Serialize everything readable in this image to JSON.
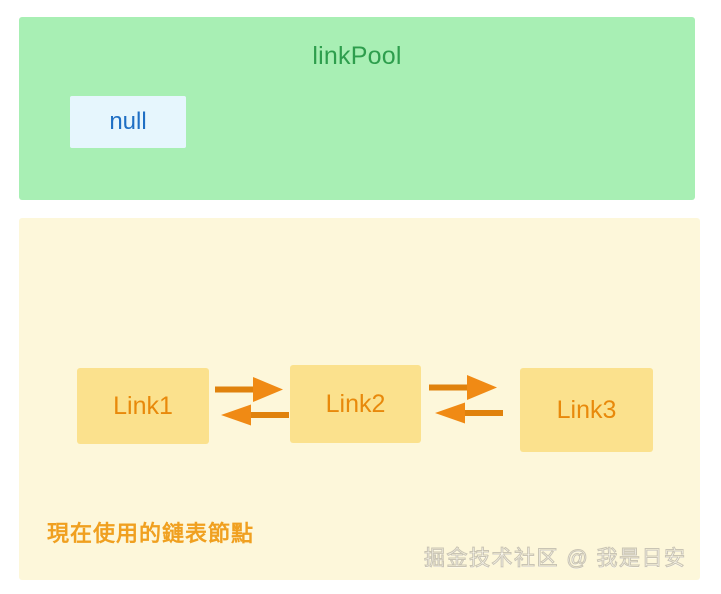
{
  "diagram": {
    "title_context": "linkPool object pool diagram",
    "pool_panel": {
      "title": "linkPool",
      "panel_color": "#a8efb4",
      "title_color": "#2e9e4d",
      "nodes": [
        {
          "label": "null",
          "fill": "#e6f6fd",
          "text_color": "#1f6fc4"
        }
      ]
    },
    "active_panel": {
      "panel_color": "#fdf7da",
      "caption": "現在使用的鏈表節點",
      "caption_color": "#f0a020",
      "node_fill": "#fbe18d",
      "node_text_color": "#e8890b",
      "arrow_color": "#e8890b",
      "nodes": [
        {
          "label": "Link1"
        },
        {
          "label": "Link2"
        },
        {
          "label": "Link3"
        }
      ],
      "connections": [
        {
          "from": "Link1",
          "to": "Link2",
          "direction": "bidirectional"
        },
        {
          "from": "Link2",
          "to": "Link3",
          "direction": "bidirectional"
        }
      ]
    },
    "watermark": "掘金技术社区 @ 我是日安"
  }
}
